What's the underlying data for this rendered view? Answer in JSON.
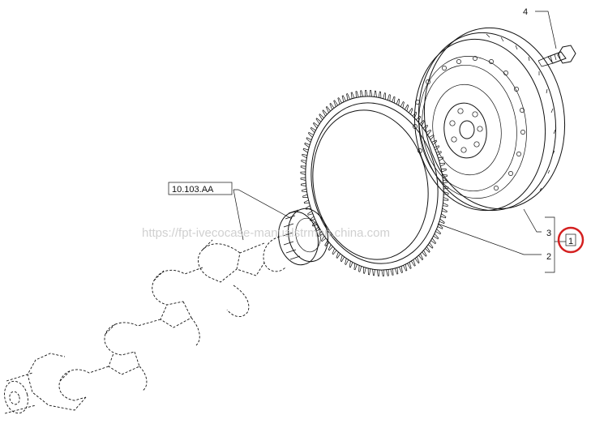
{
  "callouts": {
    "bolt": "4",
    "flywheel": "3",
    "ring_gear": "2",
    "assembly": "1",
    "crank_ref": "10.103.AA"
  },
  "watermark": "https://fpt-ivecocase-manualstrmen.china.com",
  "colors": {
    "line": "#111111",
    "highlight_circle": "#d42020",
    "watermark": "#c8c8c8"
  }
}
